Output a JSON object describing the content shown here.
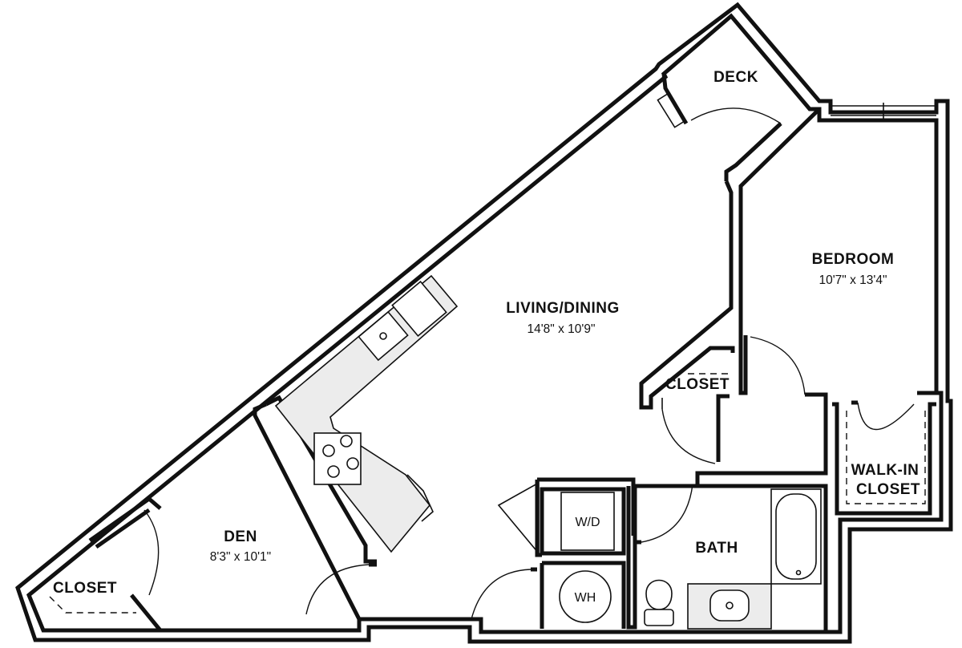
{
  "rooms": {
    "deck": {
      "name": "DECK"
    },
    "bedroom": {
      "name": "BEDROOM",
      "dimensions": "10'7\" x 13'4\""
    },
    "living_dining": {
      "name": "LIVING/DINING",
      "dimensions": "14'8\" x 10'9\""
    },
    "closet_living": {
      "name": "CLOSET"
    },
    "walk_in_closet": {
      "line1": "WALK-IN",
      "line2": "CLOSET"
    },
    "bath": {
      "name": "BATH"
    },
    "den": {
      "name": "DEN",
      "dimensions": "8'3\" x 10'1\""
    },
    "closet_den": {
      "name": "CLOSET"
    }
  },
  "fixtures": {
    "washer_dryer": "W/D",
    "water_heater": "WH"
  }
}
